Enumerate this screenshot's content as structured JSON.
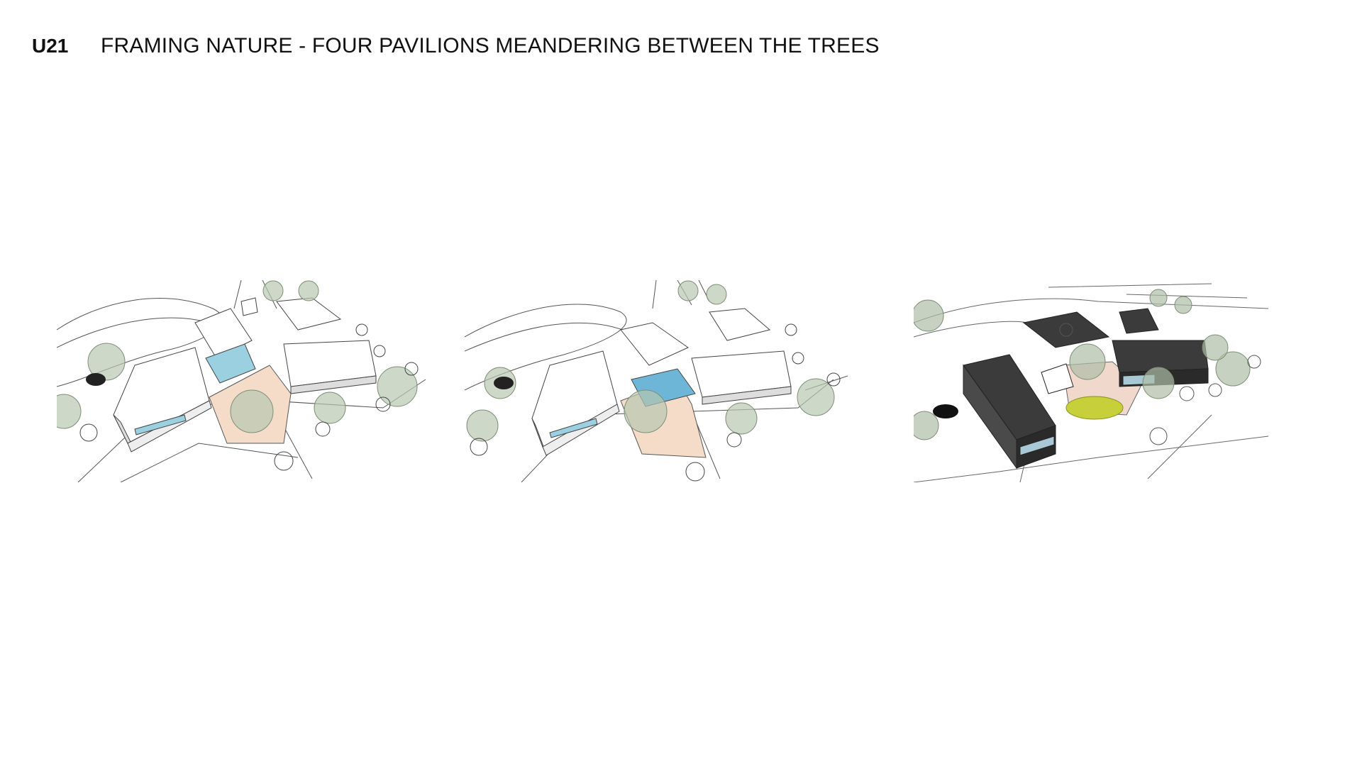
{
  "header": {
    "code": "U21",
    "title": "FRAMING NATURE - FOUR PAVILIONS MEANDERING BETWEEN THE TREES"
  },
  "renders": [
    {
      "variant": "white-model-with-pool",
      "colors": {
        "building": "#ffffff",
        "glass": "#9ad0e0",
        "terrace": "#f4dcc8",
        "tree": "#b8c7b0"
      }
    },
    {
      "variant": "white-model-pool-highlighted",
      "colors": {
        "building": "#ffffff",
        "glass": "#6db6d8",
        "terrace": "#f4dcc8",
        "tree": "#b8c7b0"
      }
    },
    {
      "variant": "dark-timber-model",
      "colors": {
        "building": "#3b3b3b",
        "glass": "#a9c8d6",
        "terrace": "#f0d8cc",
        "tree": "#aebea8",
        "accent": "#c7cf3a"
      }
    }
  ]
}
